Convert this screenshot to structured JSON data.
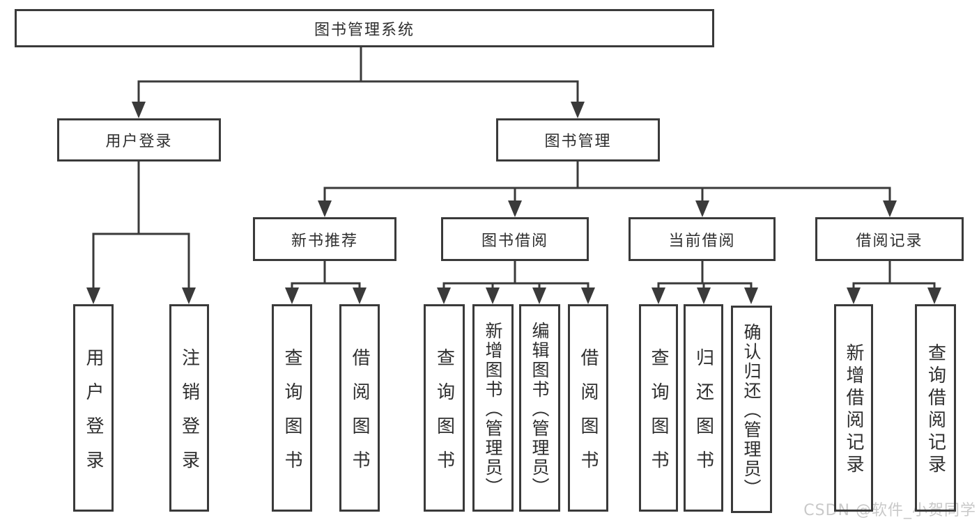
{
  "watermark": "CSDN @软件_小贺同学",
  "colors": {
    "line": "#3a3a3a",
    "text": "#2e2e2e",
    "background": "#ffffff",
    "watermark": "#c9c9c9"
  },
  "tree": {
    "root": {
      "label": "图书管理系统",
      "children": [
        {
          "label": "用户登录",
          "children": [
            {
              "label": "用户登录"
            },
            {
              "label": "注销登录"
            }
          ]
        },
        {
          "label": "图书管理",
          "children": [
            {
              "label": "新书推荐",
              "children": [
                {
                  "label": "查询图书"
                },
                {
                  "label": "借阅图书"
                }
              ]
            },
            {
              "label": "图书借阅",
              "children": [
                {
                  "label": "查询图书"
                },
                {
                  "label": "新增图书（管理员）"
                },
                {
                  "label": "编辑图书（管理员）"
                },
                {
                  "label": "借阅图书"
                }
              ]
            },
            {
              "label": "当前借阅",
              "children": [
                {
                  "label": "查询图书"
                },
                {
                  "label": "归还图书"
                },
                {
                  "label": "确认归还（管理员）"
                }
              ]
            },
            {
              "label": "借阅记录",
              "children": [
                {
                  "label": "新增借阅记录"
                },
                {
                  "label": "查询借阅记录"
                }
              ]
            }
          ]
        }
      ]
    }
  }
}
